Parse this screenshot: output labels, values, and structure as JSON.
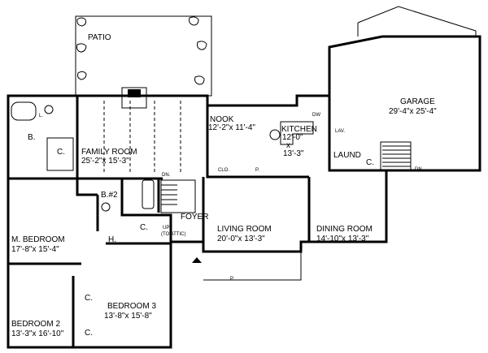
{
  "rooms": {
    "patio": {
      "name": "PATIO"
    },
    "garage": {
      "name": "GARAGE",
      "size": "29'-4\"x 25'-4\""
    },
    "nook": {
      "name": "NOOK",
      "size": "12'-2\"x 11'-4\""
    },
    "kitchen": {
      "name": "KITCHEN",
      "size_a": "12'-0\"",
      "size_x": "x",
      "size_b": "13'-3\""
    },
    "family": {
      "name": "FAMILY ROOM",
      "size": "25'-2\"x 15'-3\""
    },
    "living": {
      "name": "LIVING ROOM",
      "size": "20'-0\"x 13'-3\""
    },
    "dining": {
      "name": "DINING ROOM",
      "size": "14'-10\"x 13'-3\""
    },
    "mbed": {
      "name": "M. BEDROOM",
      "size": "17'-8\"x 15'-4\""
    },
    "bed2": {
      "name": "BEDROOM 2",
      "size": "13'-3\"x 16'-10\""
    },
    "bed3": {
      "name": "BEDROOM 3",
      "size": "13'-8\"x 15'-8\""
    }
  },
  "labels": {
    "bath_master": "B.",
    "bath2": "B.#2",
    "closet": "C.",
    "laundry": "LAUND",
    "lavatory": "LAV.",
    "foyer": "FOYER",
    "up": "UP",
    "to_attic": "(TO ATTIC)",
    "hall": "H.",
    "closet_nook": "CLO.",
    "pantry": "P.",
    "porch": "P.",
    "dn": "DN.",
    "dw": "DW",
    "l": "L."
  }
}
